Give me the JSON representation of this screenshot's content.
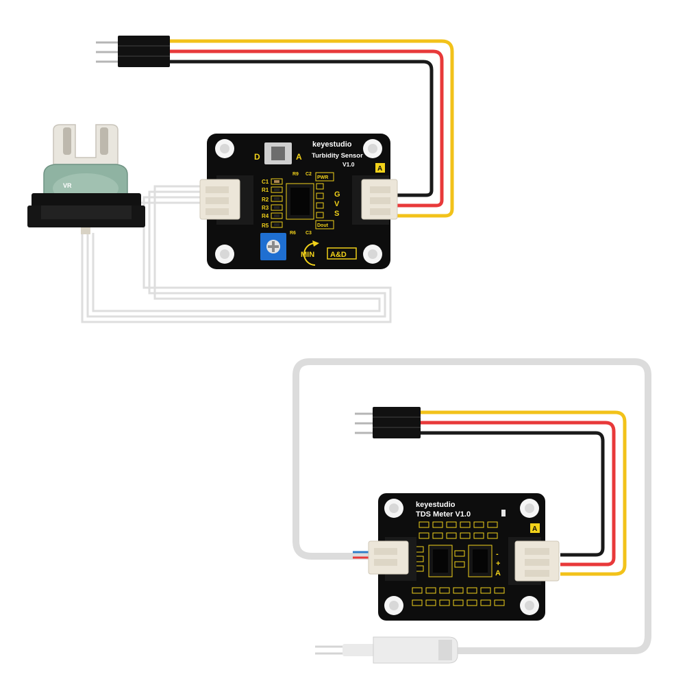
{
  "colors": {
    "pcb": "#0d0d0d",
    "silkscreen": "#f2d21a",
    "wire_signal": "#f2c21a",
    "wire_vcc": "#e8393a",
    "wire_gnd": "#1a1a1a",
    "cable_gray": "#dcdcdc",
    "connector": "#ece6d9",
    "potentiometer": "#1f6fd1"
  },
  "turbidity_board": {
    "brand": "keyestudio",
    "title": "Turbidity Sensor",
    "version": "V1.0",
    "switch_left": "D",
    "switch_right": "A",
    "corner_tag": "A",
    "pwr_label": "PWR",
    "dout_label": "Dout",
    "pins": [
      "G",
      "V",
      "S"
    ],
    "resistors": [
      "C1",
      "R1",
      "R2",
      "R3",
      "R4",
      "R5"
    ],
    "top_parts": [
      "R9",
      "C2"
    ],
    "bottom_parts": [
      "R6",
      "C3"
    ],
    "min_label": "MIN",
    "ad_label": "A&D"
  },
  "turbidity_probe": {
    "label": "VR"
  },
  "tds_board": {
    "brand": "keyestudio",
    "title": "TDS Meter V1.0",
    "corner_tag": "A",
    "pins": [
      "-",
      "+",
      "A"
    ]
  },
  "icons": {
    "turbidity_probe": "turbidity-probe-icon",
    "tds_probe": "tds-probe-icon",
    "potentiometer": "potentiometer-icon",
    "min_arrow": "rotate-arrow-icon"
  }
}
